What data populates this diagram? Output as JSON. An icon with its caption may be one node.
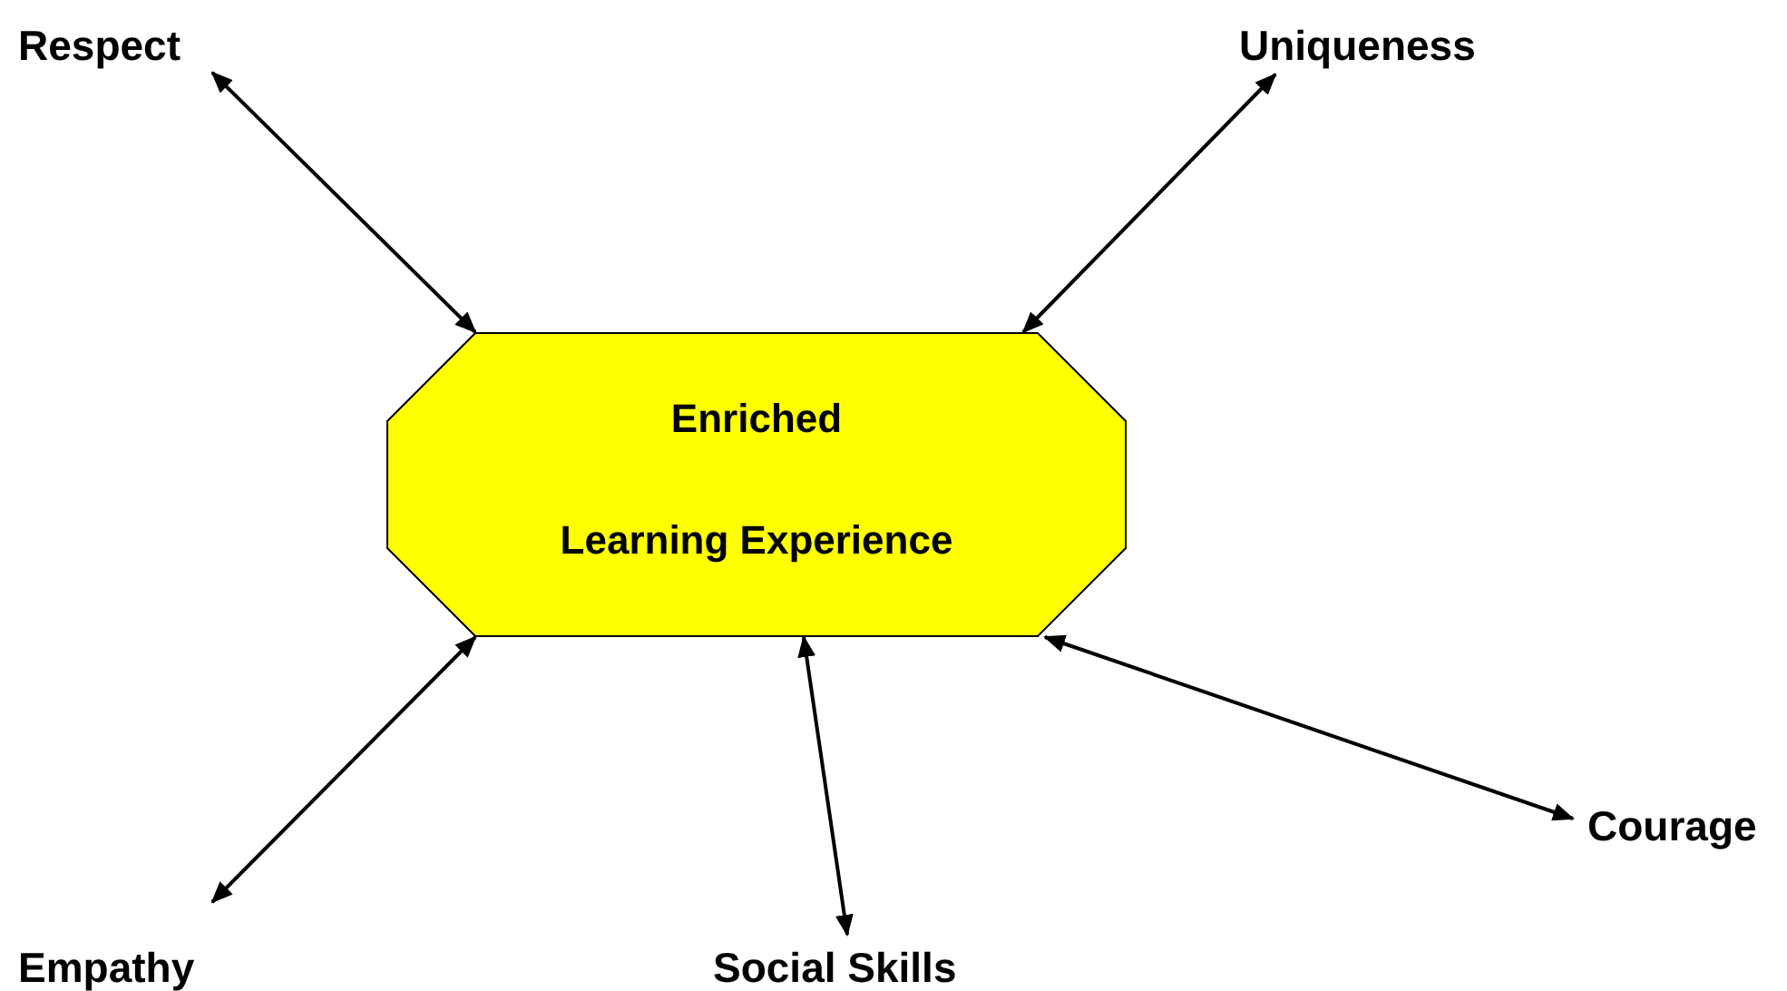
{
  "diagram": {
    "nodes": [
      {
        "text": [
          "Enriched",
          "Learning Experience"
        ]
      },
      {
        "text": [
          "Respect"
        ]
      },
      {
        "text": [
          "Uniqueness"
        ]
      },
      {
        "text": [
          "Empathy"
        ]
      },
      {
        "text": [
          "Social Skills"
        ]
      },
      {
        "text": [
          "Courage"
        ]
      }
    ],
    "edges": [
      {
        "from": 1,
        "to": 0,
        "arrow": "both"
      },
      {
        "from": 2,
        "to": 0,
        "arrow": "both"
      },
      {
        "from": 3,
        "to": 0,
        "arrow": "both"
      },
      {
        "from": 4,
        "to": 0,
        "arrow": "both"
      },
      {
        "from": 5,
        "to": 0,
        "arrow": "both"
      }
    ]
  }
}
